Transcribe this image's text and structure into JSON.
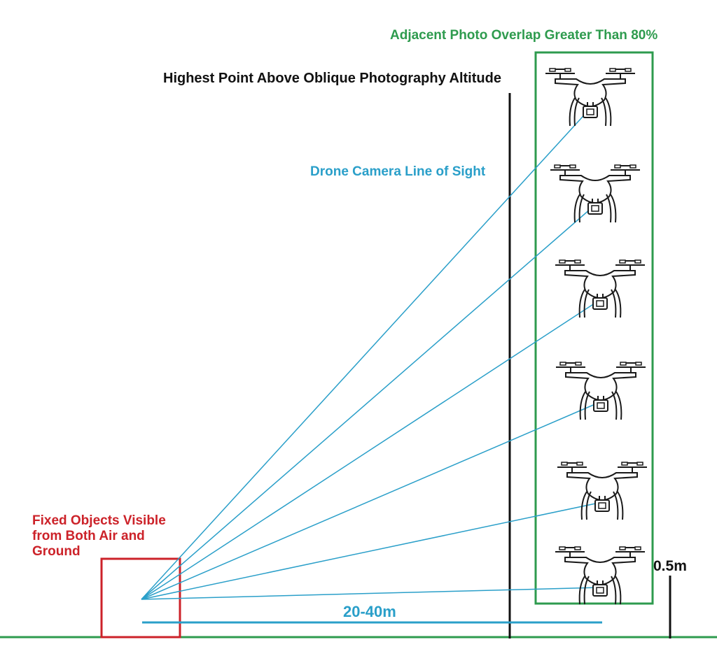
{
  "colors": {
    "green": "#2e9b4e",
    "blue": "#2a9fc9",
    "red": "#cc2229",
    "black": "#111111",
    "drone_stroke": "#1a1a1a"
  },
  "labels": {
    "overlap": "Adjacent Photo Overlap Greater Than 80%",
    "highest_point": "Highest Point Above Oblique Photography Altitude",
    "line_of_sight": "Drone Camera Line of Sight",
    "fixed_objects": "Fixed Objects Visible\nfrom Both Air and\nGround",
    "height_step": "0.5m",
    "distance": "20-40m"
  },
  "drone_count": 6,
  "icons": [
    "quadcopter-drone-icon"
  ]
}
